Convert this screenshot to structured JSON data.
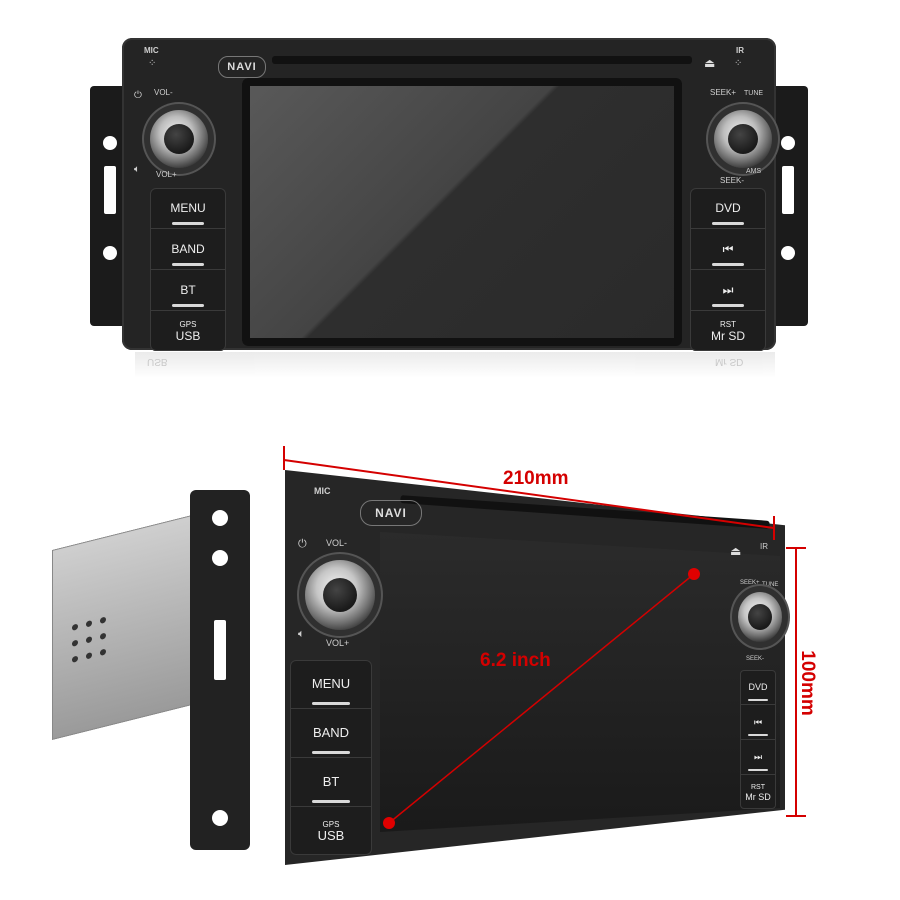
{
  "front": {
    "mic_label": "MIC",
    "ir_label": "IR",
    "navi_label": "NAVI",
    "vol_minus": "VOL-",
    "vol_plus": "VOL+",
    "seek_plus": "SEEK+",
    "tune": "TUNE",
    "ams": "AMS",
    "seek_minus": "SEEK-",
    "left_buttons": [
      {
        "main": "MENU"
      },
      {
        "main": "BAND"
      },
      {
        "main": "BT"
      },
      {
        "sub": "GPS",
        "main": "USB"
      }
    ],
    "right_buttons": [
      {
        "main": "DVD"
      },
      {
        "main": "⏮"
      },
      {
        "main": "⏭"
      },
      {
        "sub": "RST",
        "main": "Mr SD"
      }
    ],
    "reflection_left": "USB",
    "reflection_right": "Mr SD"
  },
  "perspective": {
    "mic_label": "MIC",
    "ir_label": "IR",
    "navi_label": "NAVI",
    "vol_minus": "VOL-",
    "vol_plus": "VOL+",
    "seek_plus": "SEEK+",
    "tune": "TUNE",
    "seek_minus": "SEEK-",
    "left_buttons": [
      {
        "main": "MENU"
      },
      {
        "main": "BAND"
      },
      {
        "main": "BT"
      },
      {
        "sub": "GPS",
        "main": "USB"
      }
    ],
    "right_buttons": [
      {
        "main": "DVD"
      },
      {
        "main": "⏮"
      },
      {
        "main": "⏭"
      },
      {
        "sub": "RST",
        "main": "Mr SD"
      }
    ]
  },
  "dimensions": {
    "width": "210mm",
    "height": "100mm",
    "diagonal": "6.2 inch"
  },
  "colors": {
    "annotation": "#d40000",
    "body": "#242424",
    "button_text": "#eeeeee"
  }
}
